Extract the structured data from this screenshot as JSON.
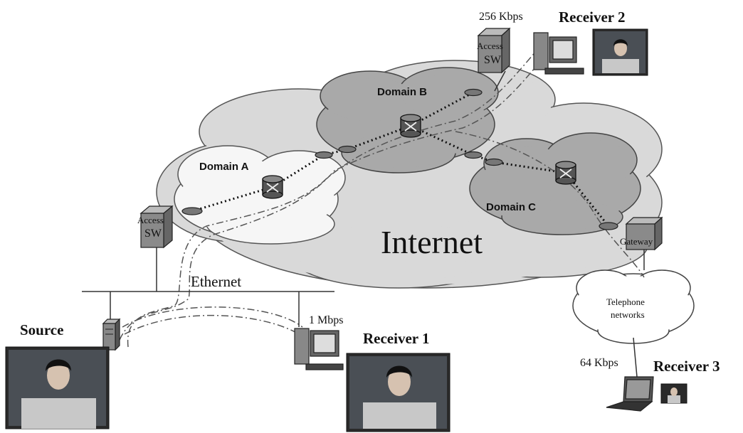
{
  "labels": {
    "internet": "Internet",
    "domain_a": "Domain A",
    "domain_b": "Domain B",
    "domain_c": "Domain C",
    "access_sw_left_line1": "Access",
    "access_sw_left_line2": "SW",
    "access_sw_top_line1": "Access",
    "access_sw_top_line2": "SW",
    "gateway": "Gateway",
    "telephone_line1": "Telephone",
    "telephone_line2": "networks",
    "ethernet": "Ethernet",
    "source": "Source",
    "receiver1": "Receiver 1",
    "receiver2": "Receiver 2",
    "receiver3": "Receiver 3",
    "rate_receiver1": "1 Mbps",
    "rate_receiver2": "256 Kbps",
    "rate_receiver3": "64 Kbps"
  },
  "colors": {
    "internet_cloud": "#d9d9d9",
    "domain_a_cloud": "#f6f6f6",
    "domain_bc_cloud": "#a9a9a9",
    "device": "#8a8a8a",
    "video_bg": "#2a2a2a",
    "line": "#333333"
  }
}
